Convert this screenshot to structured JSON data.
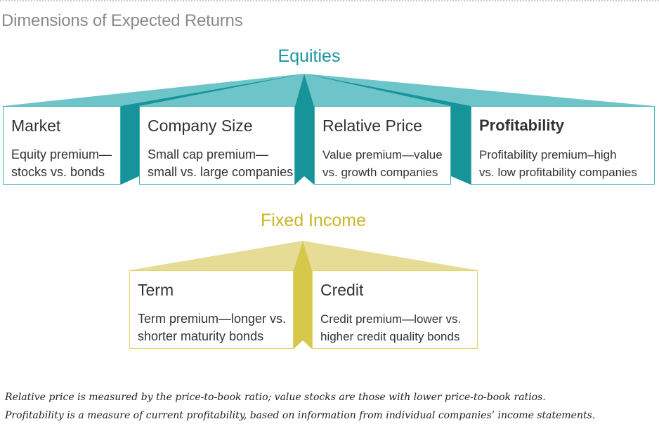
{
  "title": "Dimensions of Expected Returns",
  "equities": {
    "heading": "Equities",
    "boxes": [
      {
        "title": "Market",
        "line1": "Equity premium—",
        "line2": "stocks vs. bonds"
      },
      {
        "title": "Company Size",
        "line1": "Small cap premium—",
        "line2": "small vs. large companies"
      },
      {
        "title": "Relative Price",
        "line1": "Value premium—value",
        "line2": "vs. growth companies"
      },
      {
        "title": "Profitability",
        "line1": "Profitability premium–high",
        "line2": "vs. low profitability companies"
      }
    ]
  },
  "fixed_income": {
    "heading": "Fixed Income",
    "boxes": [
      {
        "title": "Term",
        "line1": "Term premium—longer vs.",
        "line2": "shorter maturity bonds"
      },
      {
        "title": "Credit",
        "line1": "Credit premium—lower vs.",
        "line2": "higher credit quality bonds"
      }
    ]
  },
  "footnotes": [
    "Relative price is measured by the price-to-book ratio; value stocks are those with lower price-to-book ratios.",
    "Profitability is a measure of current profitability, based on information from individual companies’ income statements."
  ],
  "colors": {
    "equities_heading": "#1b959c",
    "equities_light": "#6ec5c9",
    "equities_dark": "#17949a",
    "equities_border": "#3fb1b6",
    "fixed_heading": "#c8b624",
    "fixed_light": "#e6dc96",
    "fixed_dark": "#d6c84a",
    "fixed_border": "#e4d566"
  }
}
